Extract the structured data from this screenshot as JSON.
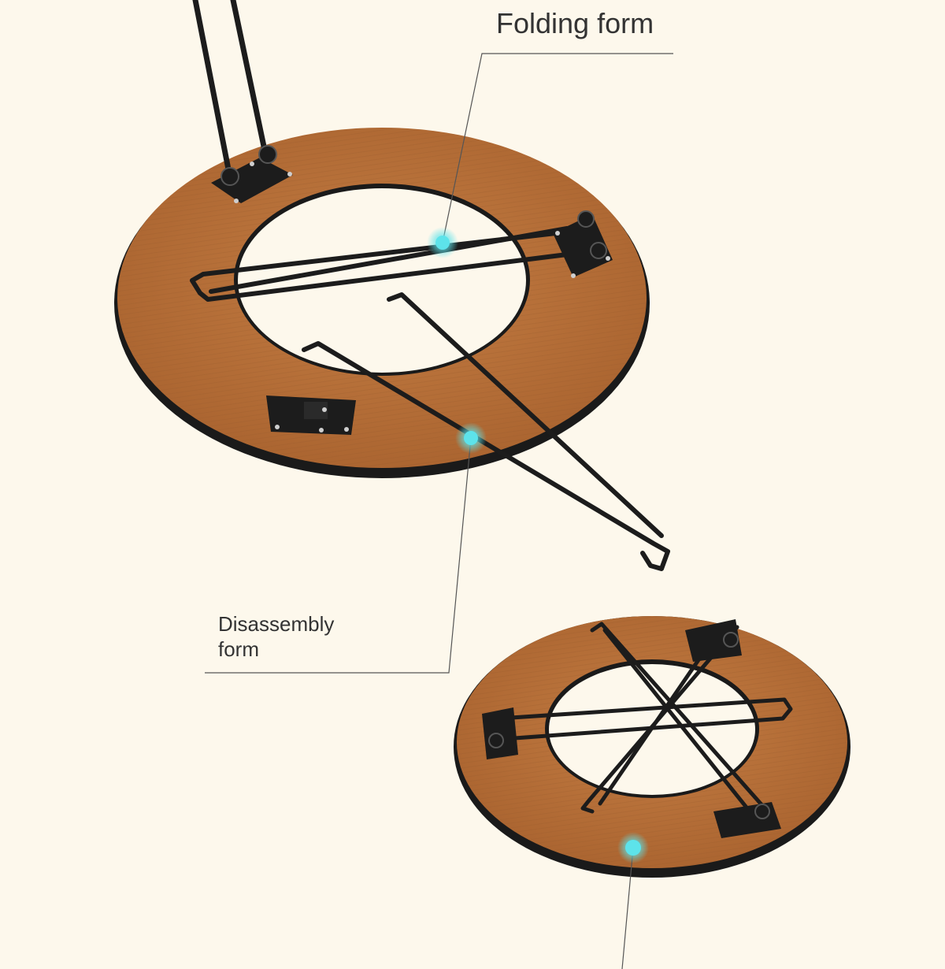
{
  "labels": {
    "folding": "Folding form",
    "disassembly_line1": "Disassembly",
    "disassembly_line2": "form"
  },
  "colors": {
    "background": "#fdf8ec",
    "wood": "#b8713a",
    "wood_dark": "#8e5226",
    "metal": "#1c1c1c",
    "hotspot": "#5de3ea",
    "leader_line": "#555555"
  }
}
